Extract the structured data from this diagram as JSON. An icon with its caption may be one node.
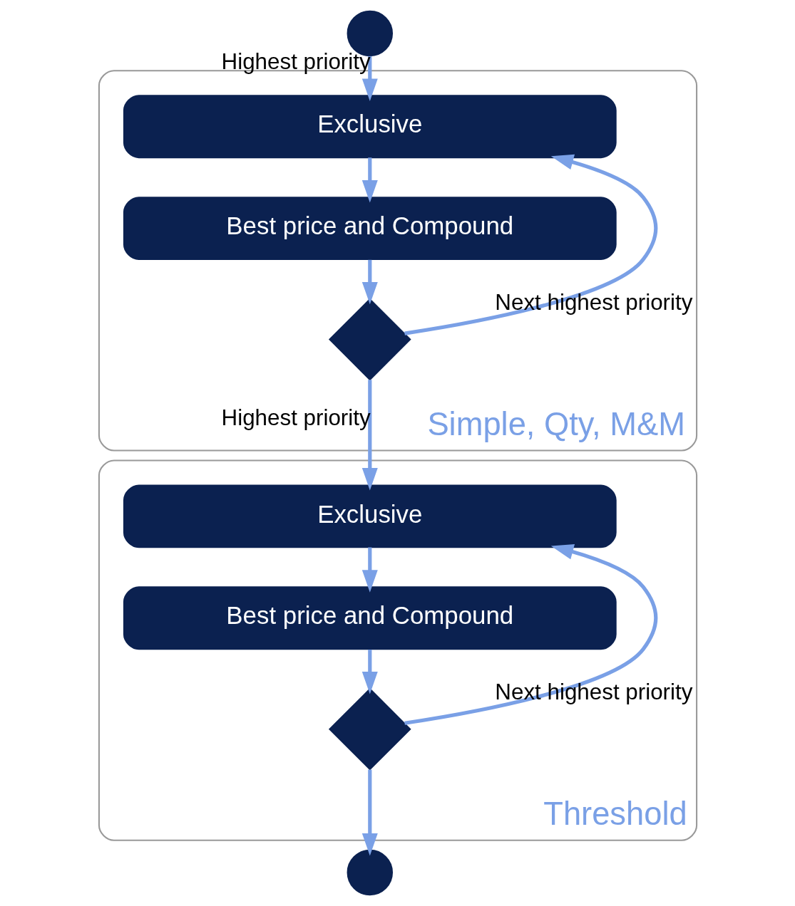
{
  "diagram": {
    "nodes": [
      {
        "text": [],
        "shape": "circle"
      },
      {
        "text": [
          "Simple, Qty, M&M"
        ]
      },
      {
        "text": [
          "Exclusive"
        ],
        "in": 1
      },
      {
        "text": [
          "Best price and Compound"
        ],
        "in": 1
      },
      {
        "text": [],
        "shape": "diamond",
        "in": 1
      },
      {
        "text": [
          "Threshold"
        ]
      },
      {
        "text": [
          "Exclusive"
        ],
        "in": 5
      },
      {
        "text": [
          "Best price and Compound"
        ],
        "in": 5
      },
      {
        "text": [],
        "shape": "diamond",
        "in": 5
      },
      {
        "text": [],
        "shape": "circle"
      }
    ],
    "edges": [
      {
        "from": 0,
        "to": 2,
        "arrow": "to",
        "label": "Highest priority"
      },
      {
        "from": 2,
        "to": 3,
        "arrow": "to"
      },
      {
        "from": 3,
        "to": 4,
        "arrow": "to"
      },
      {
        "from": 4,
        "to": 2,
        "arrow": "to",
        "label": "Next highest priority"
      },
      {
        "from": 4,
        "to": 6,
        "arrow": "to",
        "label": "Highest priority"
      },
      {
        "from": 6,
        "to": 7,
        "arrow": "to"
      },
      {
        "from": 7,
        "to": 8,
        "arrow": "to"
      },
      {
        "from": 8,
        "to": 6,
        "arrow": "to",
        "label": "Next highest priority"
      },
      {
        "from": 8,
        "to": 9,
        "arrow": "to"
      }
    ]
  }
}
